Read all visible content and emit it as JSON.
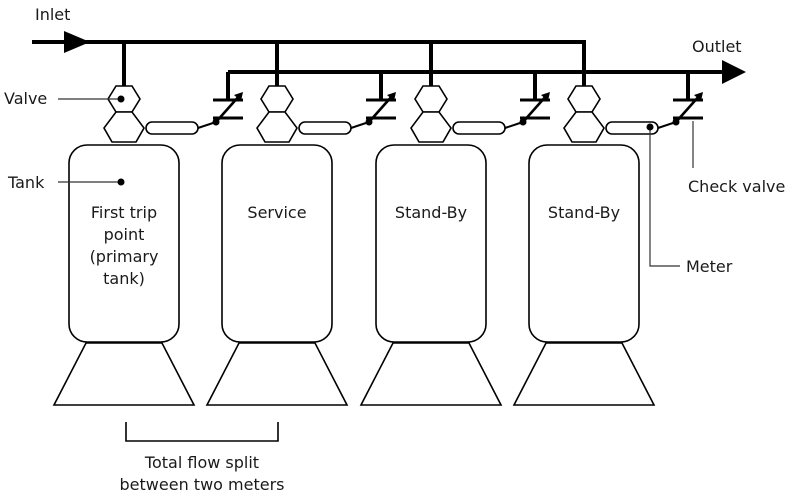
{
  "labels": {
    "inlet": "Inlet",
    "outlet": "Outlet",
    "valve": "Valve",
    "tank": "Tank",
    "check_valve": "Check valve",
    "meter": "Meter",
    "split_line1": "Total flow split",
    "split_line2": "between two meters"
  },
  "tanks": [
    {
      "lines": [
        "First trip",
        "point",
        "(primary",
        "tank)"
      ]
    },
    {
      "lines": [
        "Service"
      ]
    },
    {
      "lines": [
        "Stand-By"
      ]
    },
    {
      "lines": [
        "Stand-By"
      ]
    }
  ]
}
